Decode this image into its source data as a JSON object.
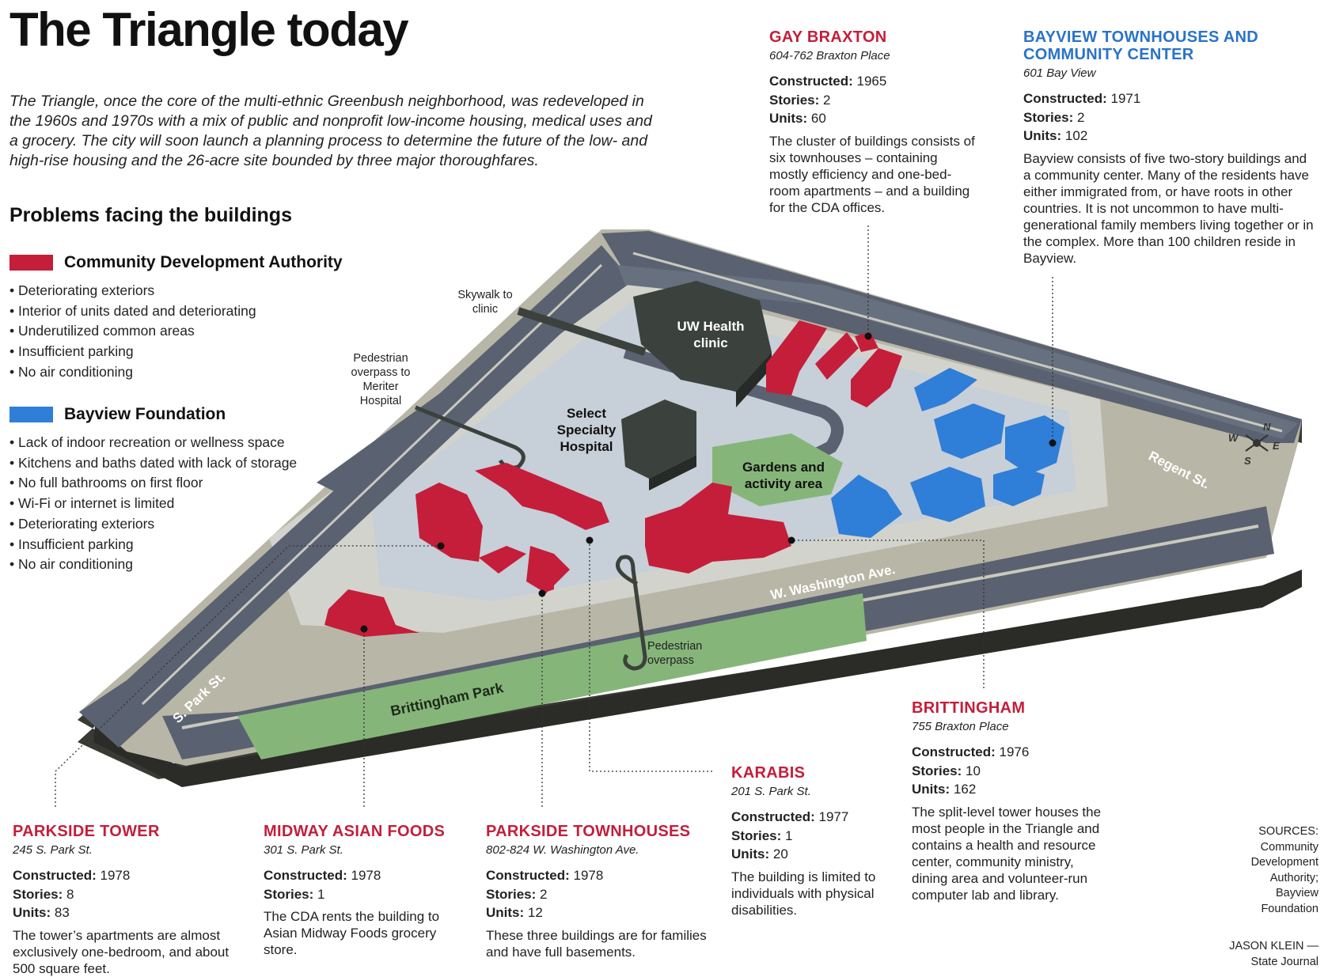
{
  "title": "The Triangle today",
  "intro": "The Triangle, once the core of the multi-ethnic Greenbush neighborhood, was redeveloped in the 1960s and 1970s with a mix of public and nonprofit low-income housing, medical uses and a grocery.  The city will soon launch a planning process to determine the future of the low- and high-rise housing and the 26-acre site bounded by three major thoroughfares.",
  "problems": {
    "heading": "Problems facing the buildings",
    "groups": [
      {
        "label": "Community Development Authority",
        "color": "#c41e3a",
        "items": [
          "Deteriorating exteriors",
          "Interior of units dated and deteriorating",
          "Underutilized common areas",
          "Insufficient parking",
          "No air conditioning"
        ]
      },
      {
        "label": "Bayview Foundation",
        "color": "#2f7ed8",
        "items": [
          "Lack of indoor recreation or wellness space",
          "Kitchens and baths dated with lack of storage",
          "No full bathrooms on first floor",
          "Wi-Fi or internet is limited",
          "Deteriorating exteriors",
          "Insufficient parking",
          "No air conditioning"
        ]
      }
    ]
  },
  "stat_labels": {
    "constructed": "Constructed:",
    "stories": "Stories:",
    "units": "Units:"
  },
  "buildings": {
    "gay_braxton": {
      "name": "GAY BRAXTON",
      "address": "604-762 Braxton Place",
      "constructed": "1965",
      "stories": "2",
      "units": "60",
      "description": "The cluster of buildings consists of six townhouses – containing mostly efficiency and one-bed-room apartments – and a building for the CDA offices."
    },
    "bayview": {
      "name_line1": "BAYVIEW TOWNHOUSES AND",
      "name_line2": "COMMUNITY CENTER",
      "address": "601 Bay View",
      "constructed": "1971",
      "stories": "2",
      "units": "102",
      "description": "Bayview consists of five two-story buildings and a community center. Many of the residents have either immigrated from, or have roots in other countries. It is not uncommon to have multi-generational family members living together or in the complex. More than 100 children reside in Bayview."
    },
    "parkside_tower": {
      "name": "PARKSIDE TOWER",
      "address": "245 S. Park St.",
      "constructed": "1978",
      "stories": "8",
      "units": "83",
      "description": "The tower’s apartments are almost exclusively one-bedroom, and about 500 square feet."
    },
    "midway": {
      "name": "MIDWAY ASIAN FOODS",
      "address": "301 S. Park St.",
      "constructed": "1978",
      "stories": "1",
      "description": "The CDA rents the building to Asian Midway Foods grocery store."
    },
    "parkside_townhouses": {
      "name": "PARKSIDE TOWNHOUSES",
      "address": "802-824 W. Washington Ave.",
      "constructed": "1978",
      "stories": "2",
      "units": "12",
      "description": "These three buildings are for families and have full basements."
    },
    "karabis": {
      "name": "KARABIS",
      "address": "201 S. Park St.",
      "constructed": "1977",
      "stories": "1",
      "units": "20",
      "description": "The building is limited to individuals with physical disabilities."
    },
    "brittingham": {
      "name": "BRITTINGHAM",
      "address": "755 Braxton Place",
      "constructed": "1976",
      "stories": "10",
      "units": "162",
      "description": "The split-level tower houses the most people in the Triangle and contains a health and resource center, community ministry, dining area and volunteer-run computer lab and library."
    }
  },
  "map_labels": {
    "skywalk": "Skywalk to clinic",
    "ped_meriter": "Pedestrian overpass to Meriter Hospital",
    "uw_health": "UW Health clinic",
    "select_specialty": "Select Specialty Hospital",
    "gardens": "Gardens and activity area",
    "ped_overpass": "Pedestrian overpass",
    "regent": "Regent St.",
    "washington": "W. Washington Ave.",
    "park_st": "S. Park St.",
    "brittingham_park": "Brittingham Park",
    "compass": {
      "n": "N",
      "s": "S",
      "e": "E",
      "w": "W"
    }
  },
  "sources": "SOURCES: Community Development Authority; Bayview Foundation",
  "credit": "JASON KLEIN — State Journal",
  "colors": {
    "cda_red": "#c41e3a",
    "bayview_blue": "#2f7ed8",
    "road": "#5a6170",
    "ground": "#b5b3a3",
    "park": "#86b57a",
    "dark_building": "#3b413c"
  }
}
